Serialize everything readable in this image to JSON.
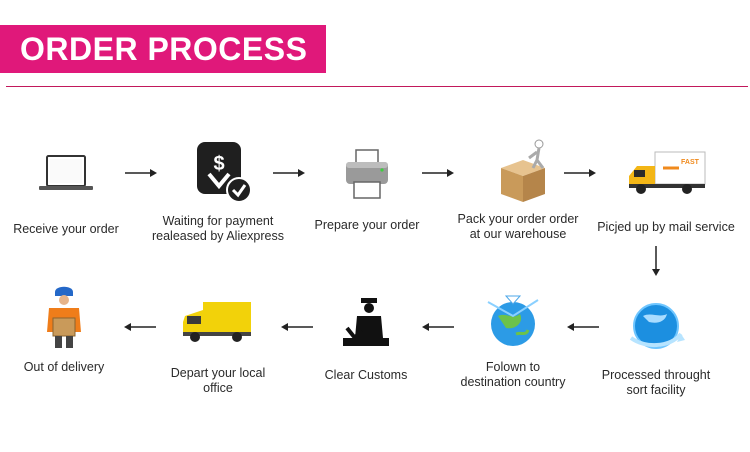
{
  "header": {
    "title": "ORDER PROCESS",
    "banner_color": "#e0187a",
    "rule_color": "#c2185b"
  },
  "steps": [
    {
      "label_lines": [
        "Receive your order"
      ],
      "icon": "laptop-icon"
    },
    {
      "label_lines": [
        "Waiting for payment",
        "realeased by Aliexpress"
      ],
      "icon": "payment-shield-icon"
    },
    {
      "label_lines": [
        "Prepare your order"
      ],
      "icon": "printer-icon"
    },
    {
      "label_lines": [
        "Pack your order order",
        "at our warehouse"
      ],
      "icon": "package-worker-icon"
    },
    {
      "label_lines": [
        "Picjed up by mail service"
      ],
      "icon": "delivery-truck-icon"
    },
    {
      "label_lines": [
        "Processed throught",
        "sort facility"
      ],
      "icon": "globe-arrow-icon"
    },
    {
      "label_lines": [
        "Folown to",
        "destination country"
      ],
      "icon": "globe-plane-icon"
    },
    {
      "label_lines": [
        "Clear Customs"
      ],
      "icon": "customs-officer-icon"
    },
    {
      "label_lines": [
        "Depart your local",
        "office"
      ],
      "icon": "van-icon"
    },
    {
      "label_lines": [
        "Out of delivery"
      ],
      "icon": "courier-icon"
    }
  ]
}
